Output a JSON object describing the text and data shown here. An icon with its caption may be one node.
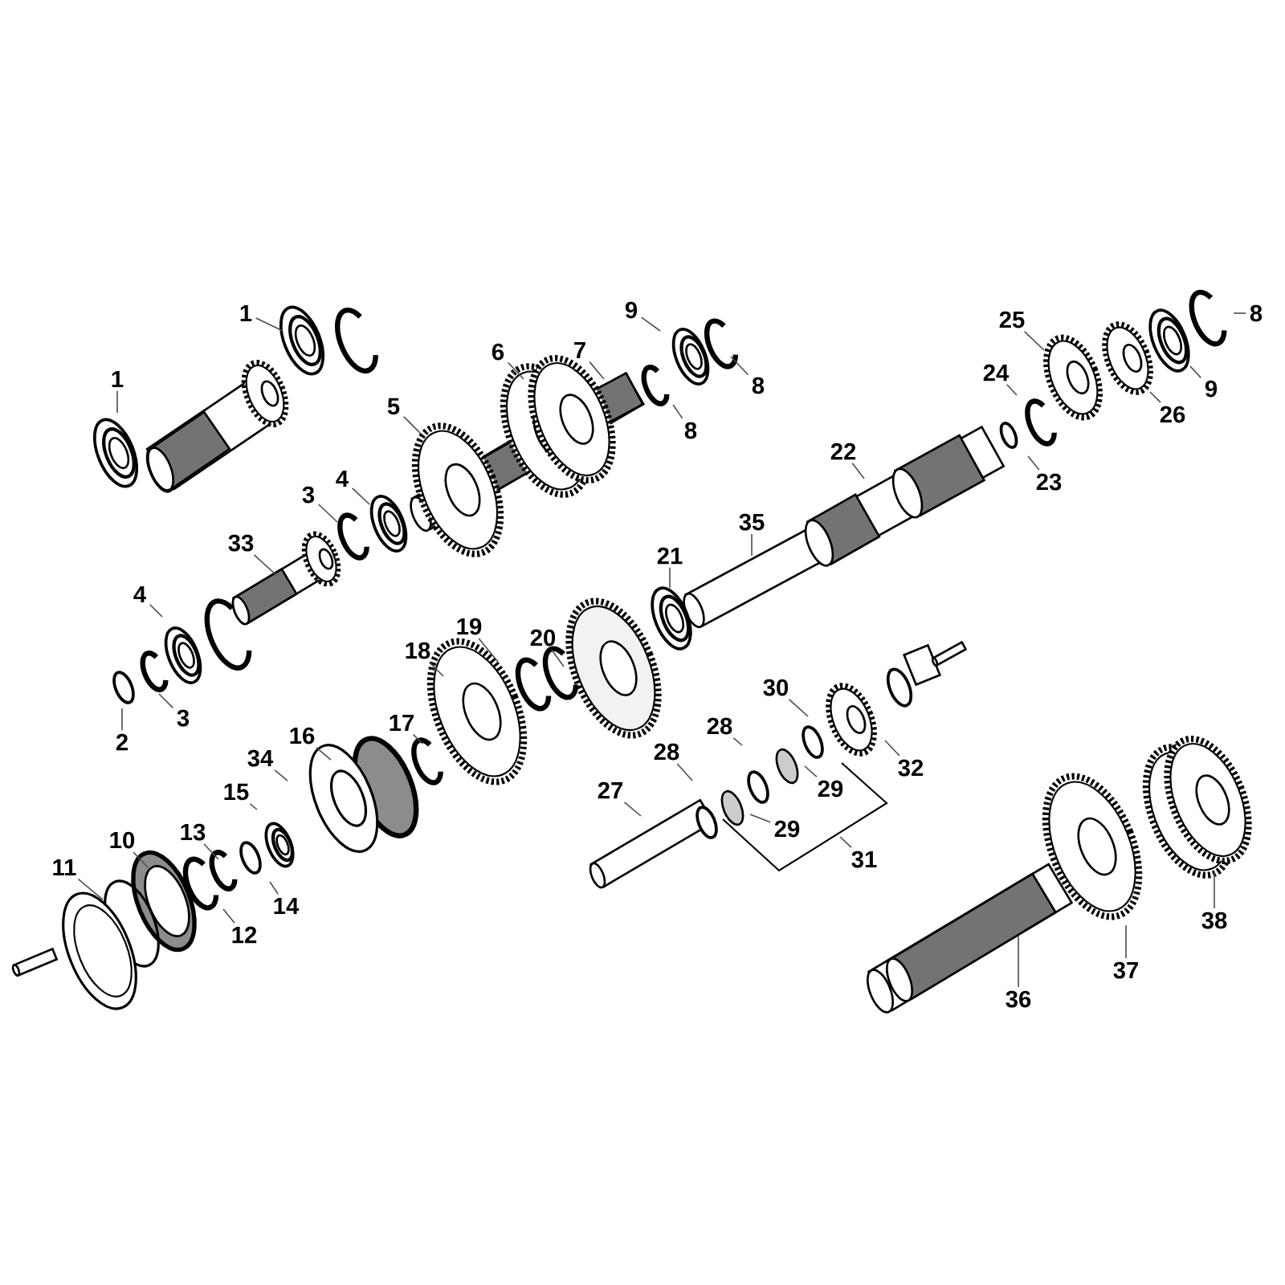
{
  "diagram": {
    "nodes": [
      {
        "text": [
          "1"
        ]
      },
      {
        "text": [
          "1"
        ]
      },
      {
        "text": [
          "9"
        ]
      },
      {
        "text": [
          "8"
        ]
      },
      {
        "text": [
          "6"
        ]
      },
      {
        "text": [
          "7"
        ]
      },
      {
        "text": [
          "8"
        ]
      },
      {
        "text": [
          "5"
        ]
      },
      {
        "text": [
          "3"
        ]
      },
      {
        "text": [
          "4"
        ]
      },
      {
        "text": [
          "33"
        ]
      },
      {
        "text": [
          "4"
        ]
      },
      {
        "text": [
          "3"
        ]
      },
      {
        "text": [
          "2"
        ]
      },
      {
        "text": [
          "25"
        ]
      },
      {
        "text": [
          "8"
        ]
      },
      {
        "text": [
          "24"
        ]
      },
      {
        "text": [
          "9"
        ]
      },
      {
        "text": [
          "26"
        ]
      },
      {
        "text": [
          "22"
        ]
      },
      {
        "text": [
          "23"
        ]
      },
      {
        "text": [
          "35"
        ]
      },
      {
        "text": [
          "21"
        ]
      },
      {
        "text": [
          "19"
        ]
      },
      {
        "text": [
          "20"
        ]
      },
      {
        "text": [
          "18"
        ]
      },
      {
        "text": [
          "17"
        ]
      },
      {
        "text": [
          "16"
        ]
      },
      {
        "text": [
          "34"
        ]
      },
      {
        "text": [
          "15"
        ]
      },
      {
        "text": [
          "13"
        ]
      },
      {
        "text": [
          "10"
        ]
      },
      {
        "text": [
          "11"
        ]
      },
      {
        "text": [
          "14"
        ]
      },
      {
        "text": [
          "12"
        ]
      },
      {
        "text": [
          "30"
        ]
      },
      {
        "text": [
          "28"
        ]
      },
      {
        "text": [
          "28"
        ]
      },
      {
        "text": [
          "27"
        ]
      },
      {
        "text": [
          "32"
        ]
      },
      {
        "text": [
          "29"
        ]
      },
      {
        "text": [
          "29"
        ]
      },
      {
        "text": [
          "31"
        ]
      },
      {
        "text": [
          "38"
        ]
      },
      {
        "text": [
          "37"
        ]
      },
      {
        "text": [
          "36"
        ]
      }
    ],
    "edges": [
      {
        "from": 0,
        "to": null,
        "arrow": "none"
      },
      {
        "from": 1,
        "to": null,
        "arrow": "none"
      },
      {
        "from": 2,
        "to": null,
        "arrow": "none"
      },
      {
        "from": 3,
        "to": null,
        "arrow": "none"
      },
      {
        "from": 4,
        "to": null,
        "arrow": "none"
      },
      {
        "from": 5,
        "to": null,
        "arrow": "none"
      },
      {
        "from": 6,
        "to": null,
        "arrow": "none"
      },
      {
        "from": 7,
        "to": null,
        "arrow": "none"
      },
      {
        "from": 8,
        "to": null,
        "arrow": "none"
      },
      {
        "from": 9,
        "to": null,
        "arrow": "none"
      },
      {
        "from": 10,
        "to": null,
        "arrow": "none"
      },
      {
        "from": 11,
        "to": null,
        "arrow": "none"
      },
      {
        "from": 12,
        "to": null,
        "arrow": "none"
      },
      {
        "from": 13,
        "to": null,
        "arrow": "none"
      },
      {
        "from": 14,
        "to": null,
        "arrow": "none"
      },
      {
        "from": 15,
        "to": null,
        "arrow": "none"
      },
      {
        "from": 16,
        "to": null,
        "arrow": "none"
      },
      {
        "from": 17,
        "to": null,
        "arrow": "none"
      },
      {
        "from": 18,
        "to": null,
        "arrow": "none"
      },
      {
        "from": 19,
        "to": null,
        "arrow": "none"
      },
      {
        "from": 20,
        "to": null,
        "arrow": "none"
      },
      {
        "from": 21,
        "to": null,
        "arrow": "none"
      },
      {
        "from": 22,
        "to": null,
        "arrow": "none"
      },
      {
        "from": 23,
        "to": null,
        "arrow": "none"
      },
      {
        "from": 24,
        "to": null,
        "arrow": "none"
      },
      {
        "from": 25,
        "to": null,
        "arrow": "none"
      },
      {
        "from": 26,
        "to": null,
        "arrow": "none"
      },
      {
        "from": 27,
        "to": null,
        "arrow": "none"
      },
      {
        "from": 28,
        "to": null,
        "arrow": "none"
      },
      {
        "from": 29,
        "to": null,
        "arrow": "none"
      },
      {
        "from": 30,
        "to": null,
        "arrow": "none"
      },
      {
        "from": 31,
        "to": null,
        "arrow": "none"
      },
      {
        "from": 32,
        "to": null,
        "arrow": "none"
      },
      {
        "from": 33,
        "to": null,
        "arrow": "none"
      },
      {
        "from": 34,
        "to": null,
        "arrow": "none"
      },
      {
        "from": 35,
        "to": null,
        "arrow": "none"
      },
      {
        "from": 36,
        "to": null,
        "arrow": "none"
      },
      {
        "from": 37,
        "to": null,
        "arrow": "none"
      },
      {
        "from": 38,
        "to": null,
        "arrow": "none"
      },
      {
        "from": 39,
        "to": null,
        "arrow": "none"
      },
      {
        "from": 40,
        "to": null,
        "arrow": "none"
      },
      {
        "from": 41,
        "to": null,
        "arrow": "none"
      },
      {
        "from": 42,
        "to": null,
        "arrow": "none"
      },
      {
        "from": 43,
        "to": null,
        "arrow": "none"
      },
      {
        "from": 44,
        "to": null,
        "arrow": "none"
      },
      {
        "from": 45,
        "to": null,
        "arrow": "none"
      }
    ]
  }
}
